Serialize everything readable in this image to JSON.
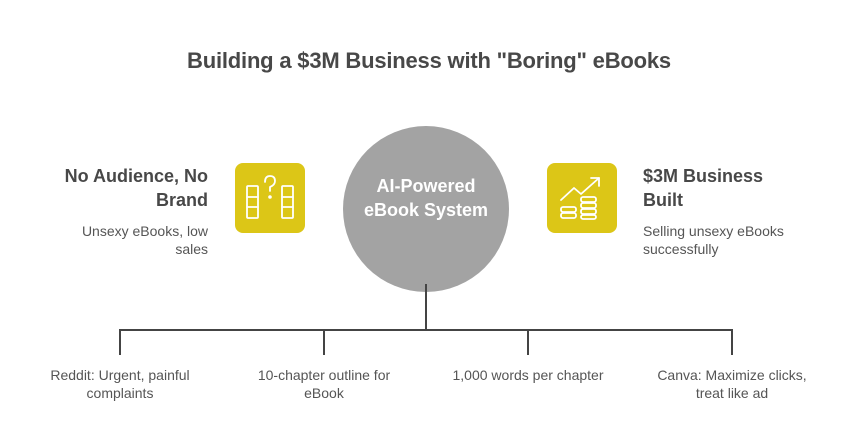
{
  "title": "Building a $3M Business with \"Boring\" eBooks",
  "colors": {
    "accent": "#dcc617",
    "hub": "#a3a3a3",
    "connector": "#444444",
    "text": "#484848"
  },
  "center": {
    "label_line1": "AI-Powered",
    "label_line2": "eBook System"
  },
  "left": {
    "heading_line1": "No Audience, No",
    "heading_line2": "Brand",
    "description_line1": "Unsexy eBooks, low",
    "description_line2": "sales",
    "icon": "books-question-icon"
  },
  "right": {
    "heading_line1": "$3M Business",
    "heading_line2": "Built",
    "description_line1": "Selling unsexy eBooks",
    "description_line2": "successfully",
    "icon": "growth-coins-icon"
  },
  "steps": [
    {
      "line1": "Reddit: Urgent, painful",
      "line2": "complaints"
    },
    {
      "line1": "10-chapter outline for",
      "line2": "eBook"
    },
    {
      "line1": "1,000 words per chapter",
      "line2": ""
    },
    {
      "line1": "Canva: Maximize clicks,",
      "line2": "treat like ad"
    }
  ]
}
